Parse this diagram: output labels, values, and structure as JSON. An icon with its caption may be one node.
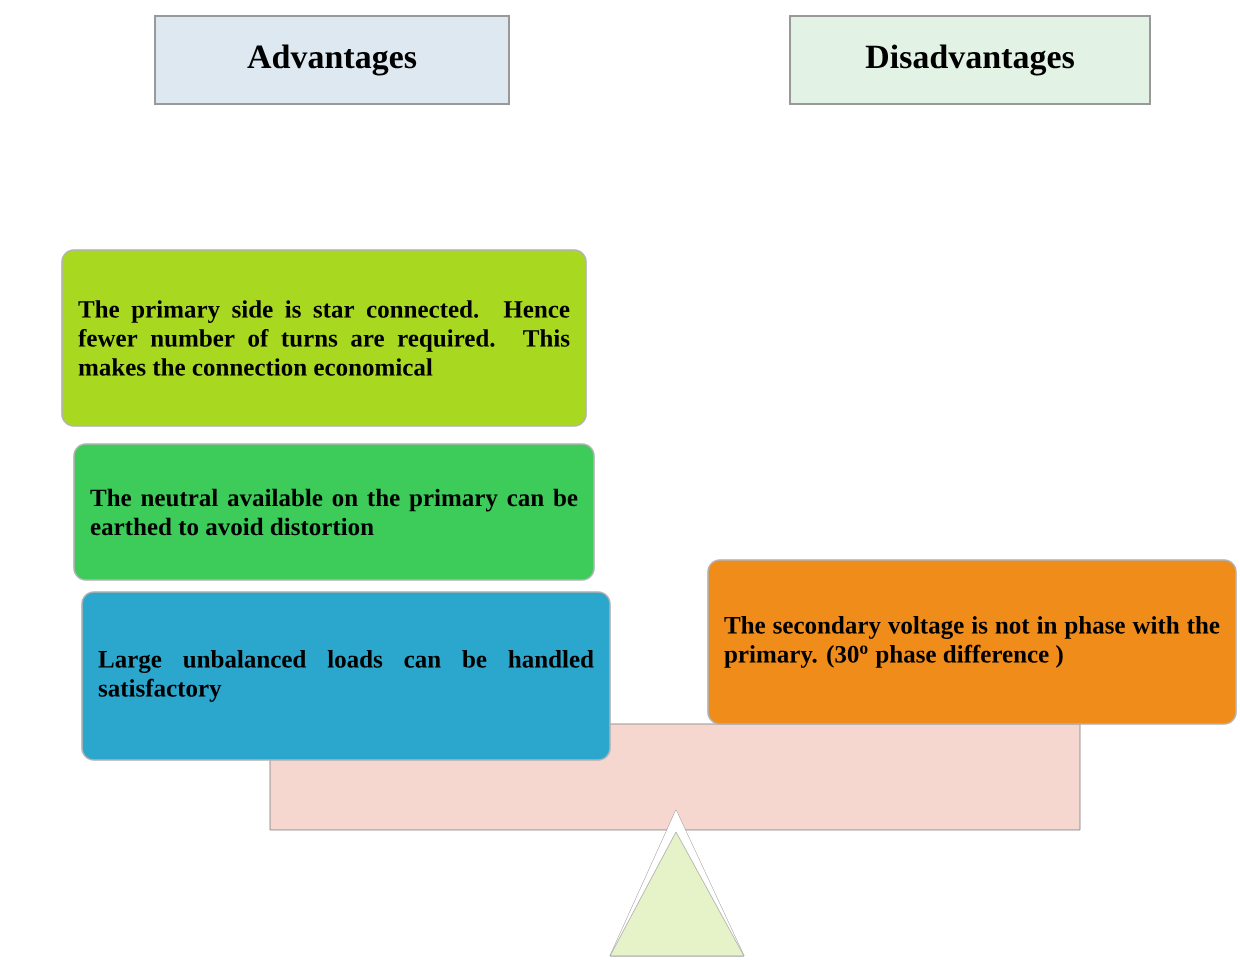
{
  "diagram": {
    "nodes": [
      {
        "text": [
          "Advantages"
        ]
      },
      {
        "text": [
          "Disadvantages"
        ]
      },
      {
        "text": [
          "The primary side is star connected. Hence fewer number of turns are required. This makes the connection economical"
        ]
      },
      {
        "text": [
          "The neutral available on the primary can be earthed to avoid distortion"
        ]
      },
      {
        "text": [
          "Large unbalanced loads can be handled satisfactory"
        ]
      },
      {
        "text": [
          "The secondary voltage is not in phase with the primary. (30$^{o}$ phase difference )"
        ]
      }
    ]
  }
}
